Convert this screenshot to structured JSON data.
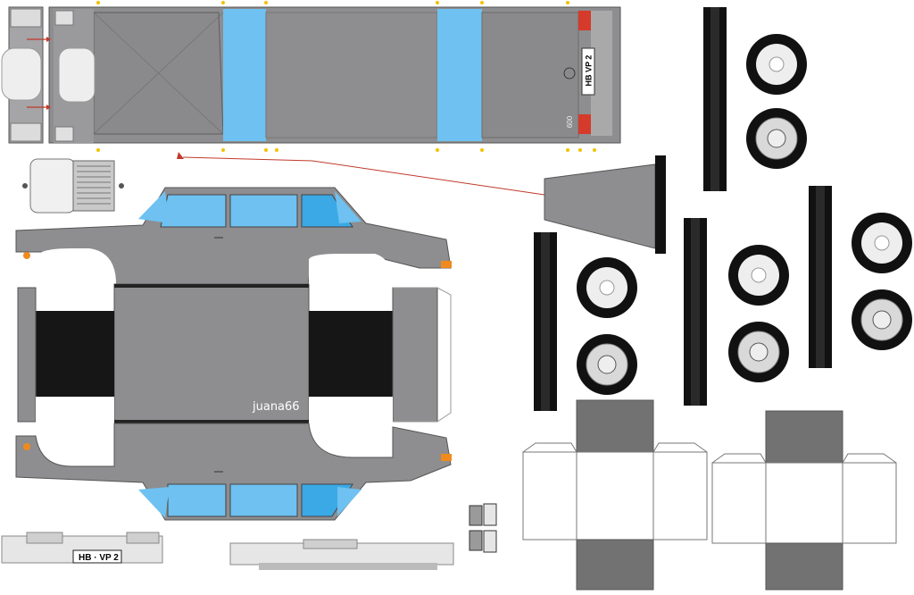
{
  "sheet": {
    "author": "juana66",
    "license_plate": "HB · VP 2",
    "plate_parts": [
      "HB",
      "VP 2"
    ],
    "model_badge": "600",
    "colors": {
      "body": "#8e8d8f",
      "body_dark": "#7a797b",
      "glass": "#6ec1f0",
      "glass_dark": "#3aa9e6",
      "tyre": "#111111",
      "floor": "#161616",
      "taillight": "#d63a2a",
      "indicator": "#f08a1c",
      "chrome": "#d9d9d9",
      "marker_dot": "#f2c200",
      "arrow": "#c0392b"
    }
  }
}
